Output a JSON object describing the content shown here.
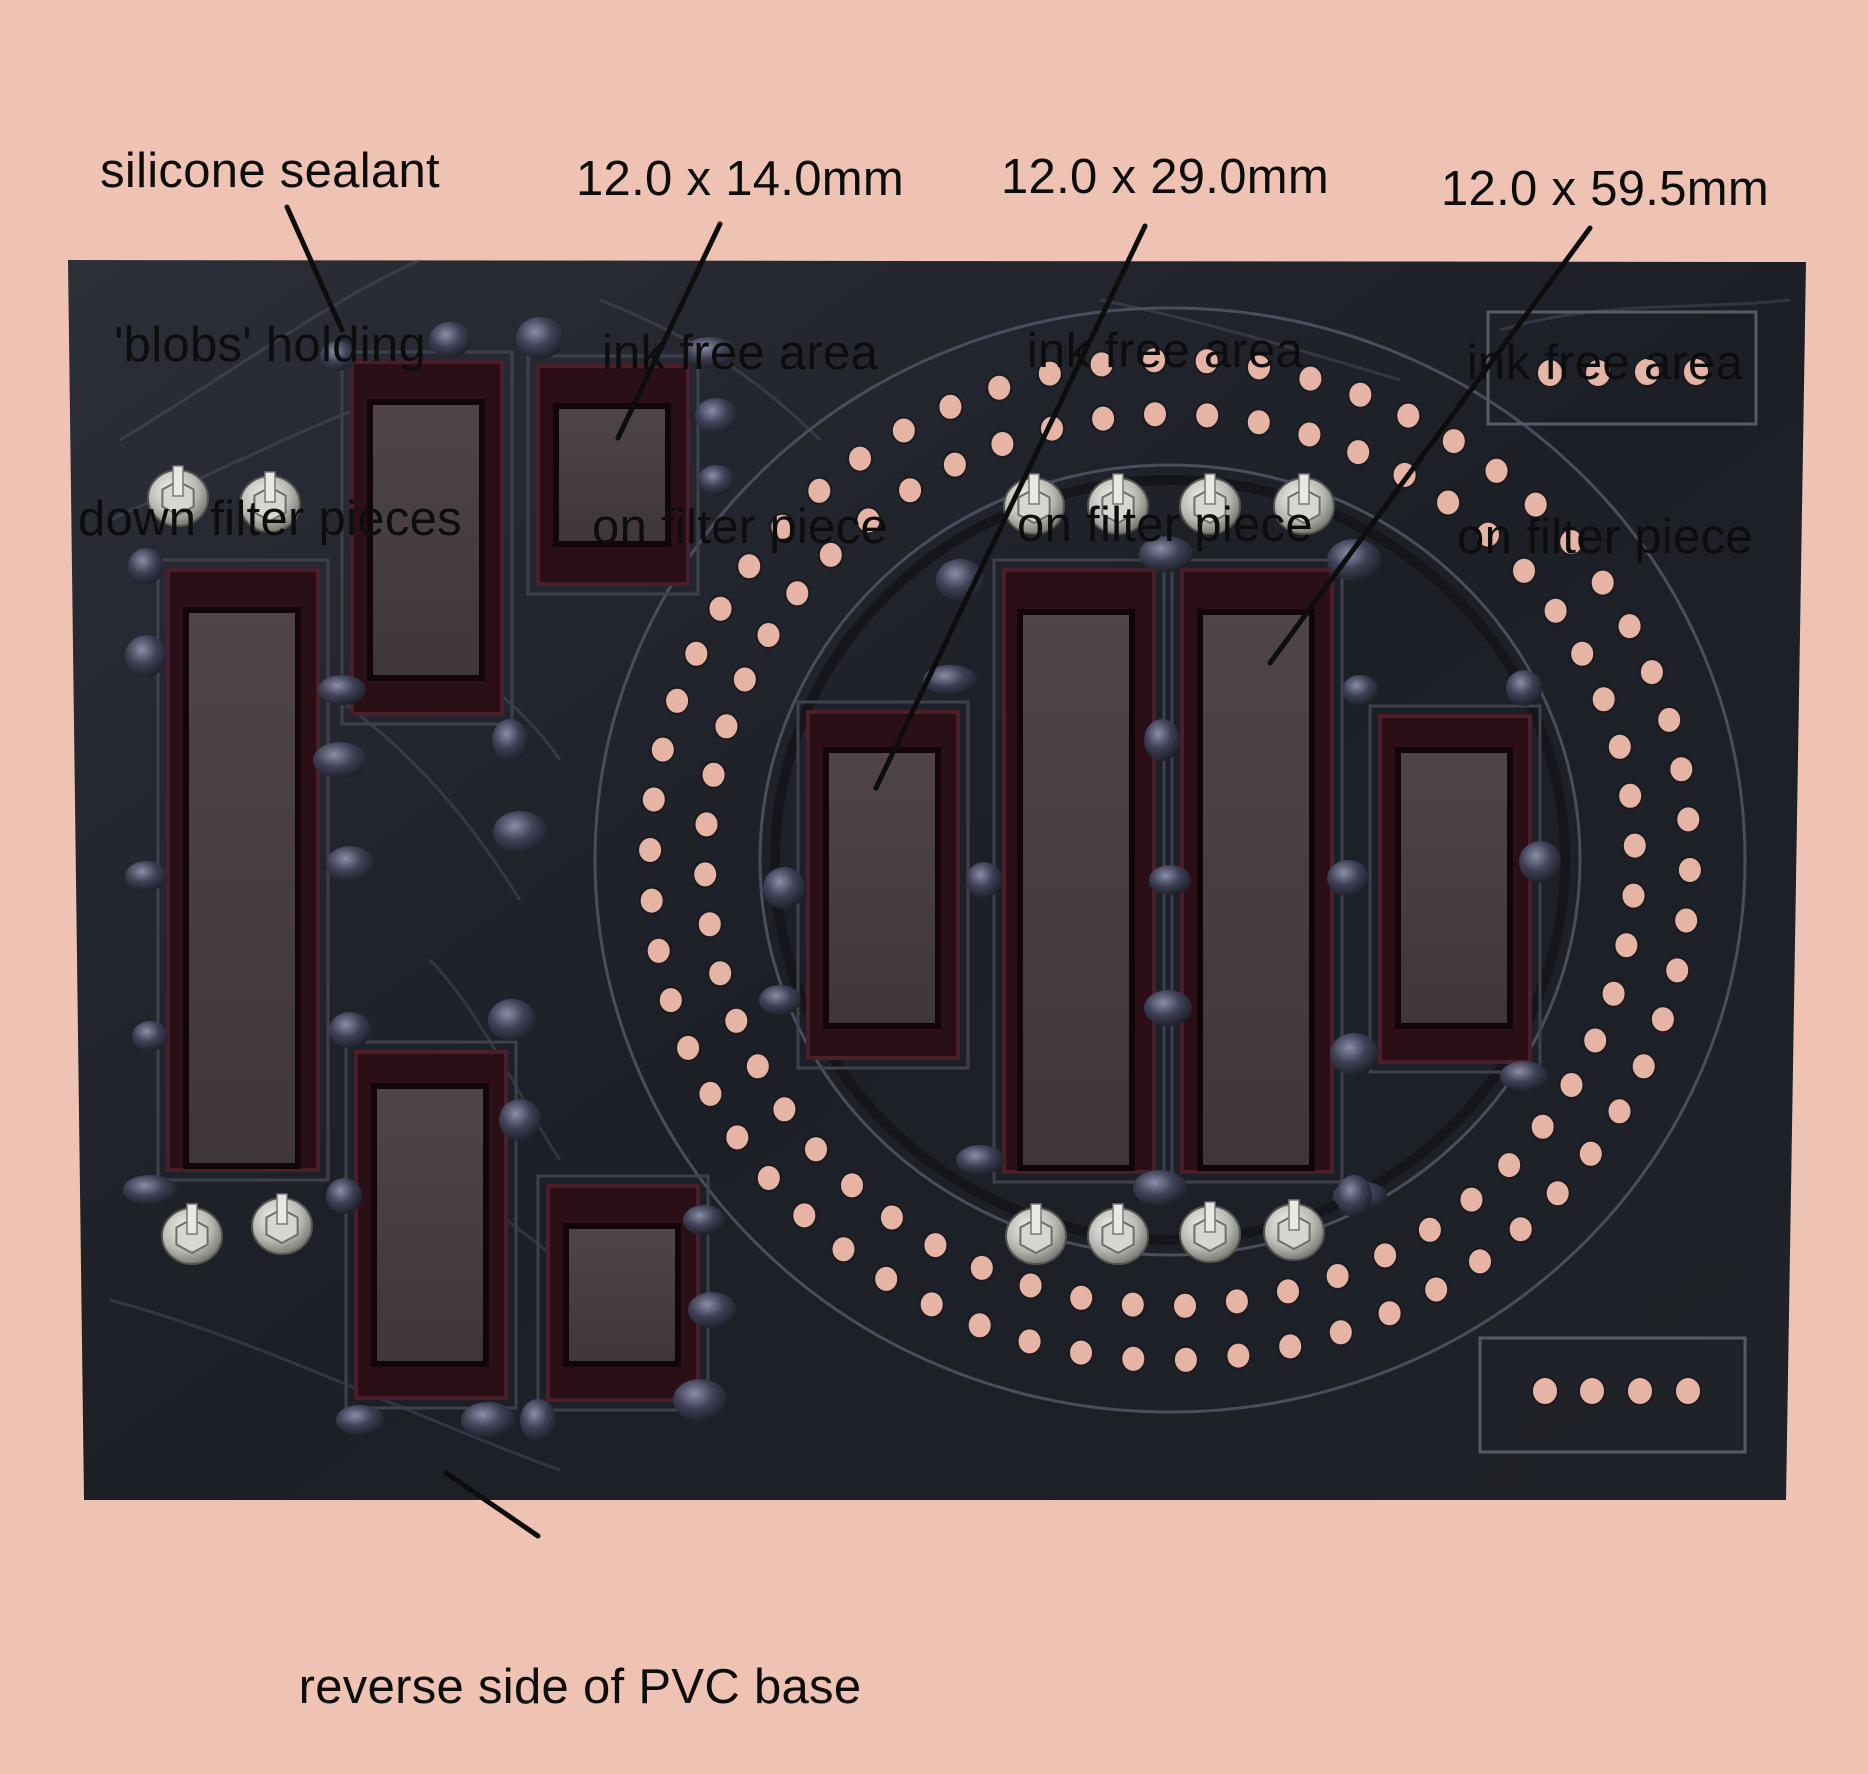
{
  "colors": {
    "background": "#efc3b3",
    "pvc_base": "#23252d",
    "filter_film": "#4a3f45",
    "ink_border": "#2a0f16",
    "sealant": "#3b3e52",
    "hardware": "#c9c9c4",
    "text": "#0d0d0d"
  },
  "labels": {
    "sealant": [
      "silicone sealant",
      "'blobs' holding",
      "down filter pieces"
    ],
    "filter_14": [
      "12.0 x 14.0mm",
      "ink free area",
      "on filter piece"
    ],
    "filter_29": [
      "12.0 x 29.0mm",
      "ink free area",
      "on filter piece"
    ],
    "filter_59_5": [
      "12.0 x 59.5mm",
      "ink free area",
      "on filter piece"
    ],
    "base": [
      "reverse side of PVC base"
    ]
  },
  "icons": {
    "standoff": "hex-nut-standoff-icon",
    "hole": "drilled-hole-icon",
    "blob": "sealant-blob-icon"
  }
}
